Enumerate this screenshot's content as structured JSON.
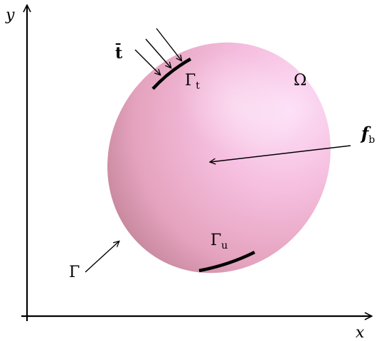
{
  "figure": {
    "axis_x_label": "x",
    "axis_y_label": "y",
    "domain_label": "Ω",
    "traction_symbol": "t̄",
    "traction_boundary_label": "Γ",
    "traction_boundary_subscript": "t",
    "displacement_boundary_label": "Γ",
    "displacement_boundary_subscript": "u",
    "boundary_label": "Γ",
    "body_force_symbol": "f",
    "body_force_subscript": "b"
  },
  "colors": {
    "body_fill_light": "#fbd2f1",
    "body_fill_mid": "#eaa9c3",
    "body_fill_dark": "#b37788",
    "boundary_stroke": "#000000",
    "axis_stroke": "#000000"
  }
}
